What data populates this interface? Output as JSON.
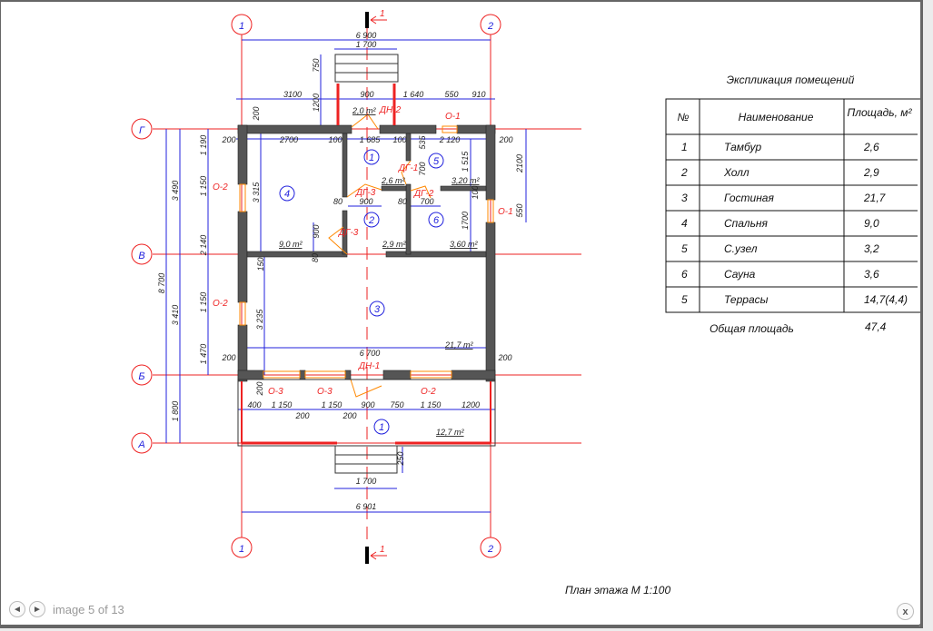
{
  "viewer": {
    "counter": "image 5 of 13",
    "prev_icon": "◄",
    "next_icon": "►",
    "close_label": "x"
  },
  "drawing": {
    "caption": "План этажа М 1:100",
    "axes": {
      "n1": "1",
      "n2": "2",
      "g": "Г",
      "v": "В",
      "b": "Б",
      "a": "А"
    },
    "section_mark": "1",
    "rooms": [
      "1",
      "5",
      "4",
      "2",
      "6",
      "3",
      "1"
    ],
    "areas": [
      "2,0 m²",
      "2,6 m²",
      "3,20 m²",
      "9,0 m²",
      "2,9 m²",
      "3,60 m²",
      "21,7 m²",
      "12,7 m²"
    ],
    "openings": [
      "ДН-2",
      "ДГ-3",
      "ДГ-1",
      "ДГ-2",
      "ДГ-3",
      "ДН-1",
      "О-1",
      "О-1",
      "О-2",
      "О-2",
      "О-3",
      "О-3",
      "О-2"
    ],
    "dims": [
      "6 900",
      "1 700",
      "3100",
      "900",
      "1 640",
      "550",
      "910",
      "200",
      "2700",
      "100",
      "1 685",
      "100",
      "2 120",
      "200",
      "200",
      "3 315",
      "750",
      "1200",
      "3 490",
      "8 700",
      "3 410",
      "1 800",
      "1 190",
      "1 150",
      "2 140",
      "1 150",
      "1 470",
      "2100",
      "550",
      "6 700",
      "200",
      "200",
      "400",
      "1 150",
      "1 150",
      "900",
      "750",
      "1 150",
      "1200",
      "200",
      "200",
      "200",
      "80",
      "80",
      "900",
      "700",
      "900",
      "80",
      "150",
      "3 235",
      "1 515",
      "100",
      "1700",
      "535",
      "700",
      "250",
      "1 700",
      "6 901"
    ]
  },
  "explication": {
    "title": "Экспликация помещений",
    "headers": [
      "№",
      "Наименование",
      "Площадь, м²"
    ],
    "rows": [
      {
        "n": "1",
        "name": "Тамбур",
        "area": "2,6"
      },
      {
        "n": "2",
        "name": "Холл",
        "area": "2,9"
      },
      {
        "n": "3",
        "name": "Гостиная",
        "area": "21,7"
      },
      {
        "n": "4",
        "name": "Спальня",
        "area": "9,0"
      },
      {
        "n": "5",
        "name": "С.узел",
        "area": "3,2"
      },
      {
        "n": "6",
        "name": "Сауна",
        "area": "3,6"
      },
      {
        "n": "5",
        "name": "Террасы",
        "area": "14,7(4,4)"
      }
    ],
    "total_label": "Общая площадь",
    "total_value": "47,4"
  },
  "colors": {
    "axis": "#ee2222",
    "dimension": "#2222dd",
    "wall": "#555555",
    "opening": "#ff8800"
  }
}
